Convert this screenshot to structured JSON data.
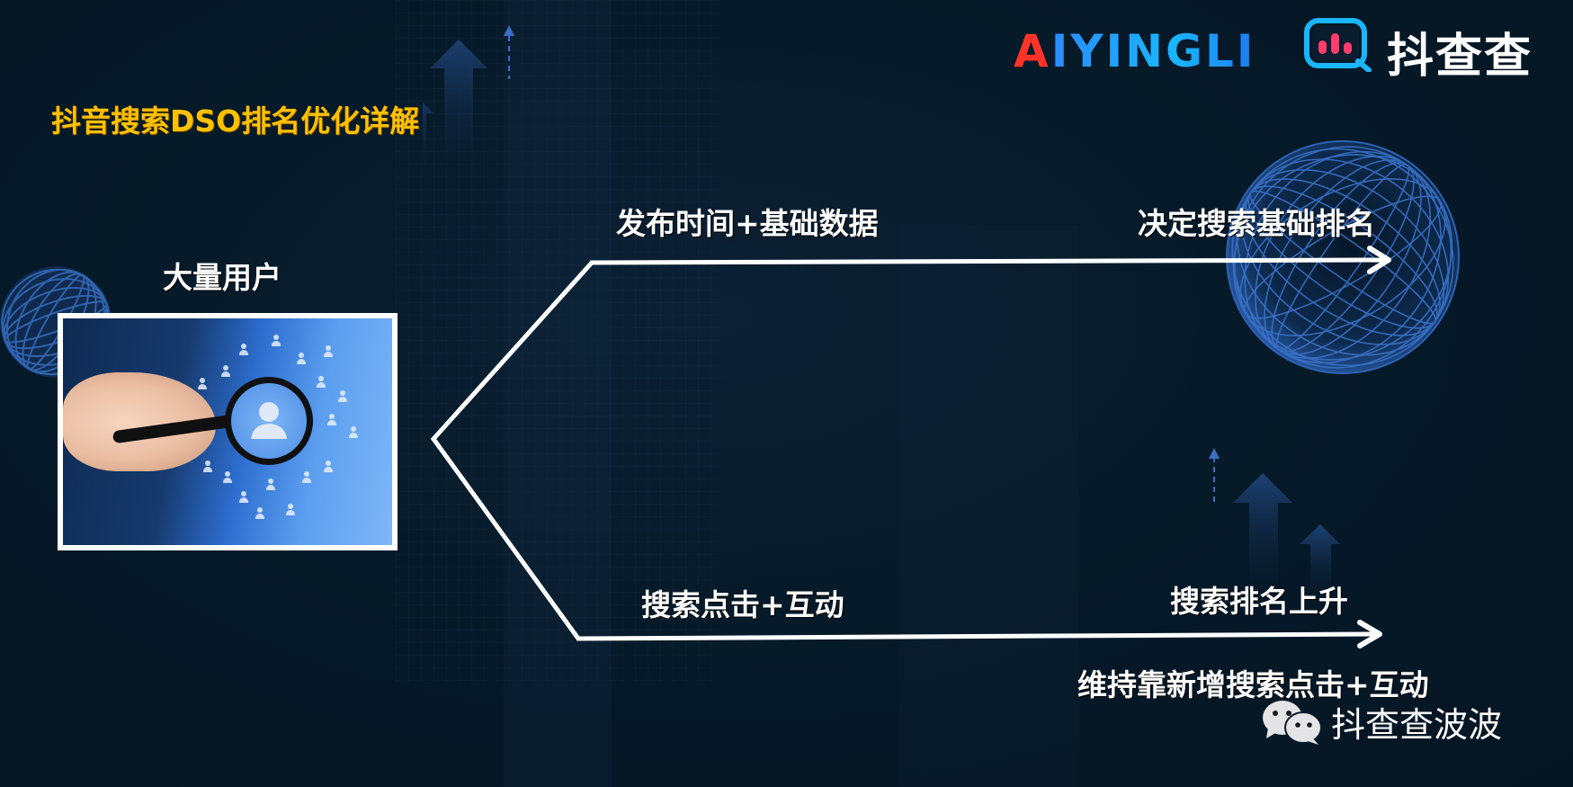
{
  "header": {
    "title": "抖音搜索DSO排名优化详解",
    "title_color": "#ffc000",
    "logos": {
      "aiyingli": {
        "first_letter": "A",
        "rest": "IYINGLI"
      },
      "douchacha": {
        "icon": "douchacha-chart-bubble-icon",
        "text": "抖查查"
      }
    }
  },
  "diagram": {
    "source": {
      "label": "大量用户",
      "image": "magnifier-users-photo"
    },
    "branches": [
      {
        "id": "top",
        "input_label": "发布时间+基础数据",
        "result_label": "决定搜索基础排名",
        "note": ""
      },
      {
        "id": "bottom",
        "input_label": "搜索点击+互动",
        "result_label": "搜索排名上升",
        "note": "维持靠新增搜索点击+互动"
      }
    ],
    "line_color": "#ffffff"
  },
  "footer": {
    "icon": "wechat-icon",
    "account": "抖查查波波"
  },
  "colors": {
    "background": "#071a29",
    "accent_blue": "#2c6fd8",
    "logo_red": "#ff3328",
    "logo_pink": "#ff3d6c",
    "logo_cyan": "#19b6ff"
  }
}
